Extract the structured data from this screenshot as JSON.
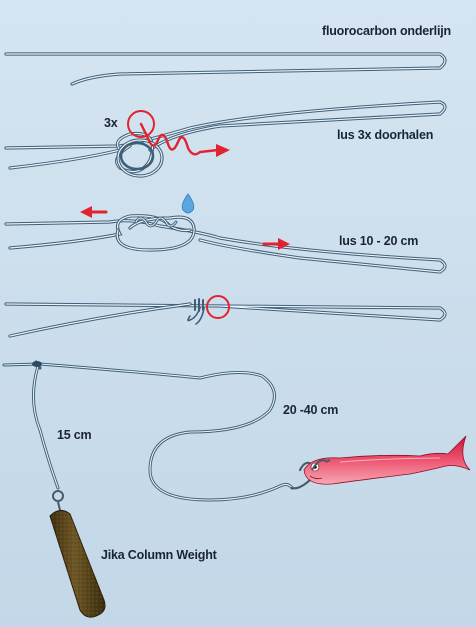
{
  "labels": {
    "fluorocarbon": "fluorocarbon onderlijn",
    "three_x": "3x",
    "lus_doorhalen": "lus 3x doorhalen",
    "lus_length": "lus 10 - 20 cm",
    "length_20_40": "20 -40 cm",
    "length_15": "15 cm",
    "weight": "Jika Column Weight"
  },
  "colors": {
    "background": "#cfe0ee",
    "line_dark": "#3f5f78",
    "line_light": "#e9f1f8",
    "accent_red": "#e0232f",
    "water_blue": "#5aa7e0",
    "fish_body": "#e64160",
    "weight_brown": "#5e4a1c"
  },
  "icons": {
    "drop": "water-drop-icon",
    "arrow_right": "arrow-right-icon",
    "arrow_left": "arrow-left-icon",
    "fish": "soft-bait-fish-icon",
    "weight": "column-weight-icon",
    "hook": "hook-icon"
  }
}
